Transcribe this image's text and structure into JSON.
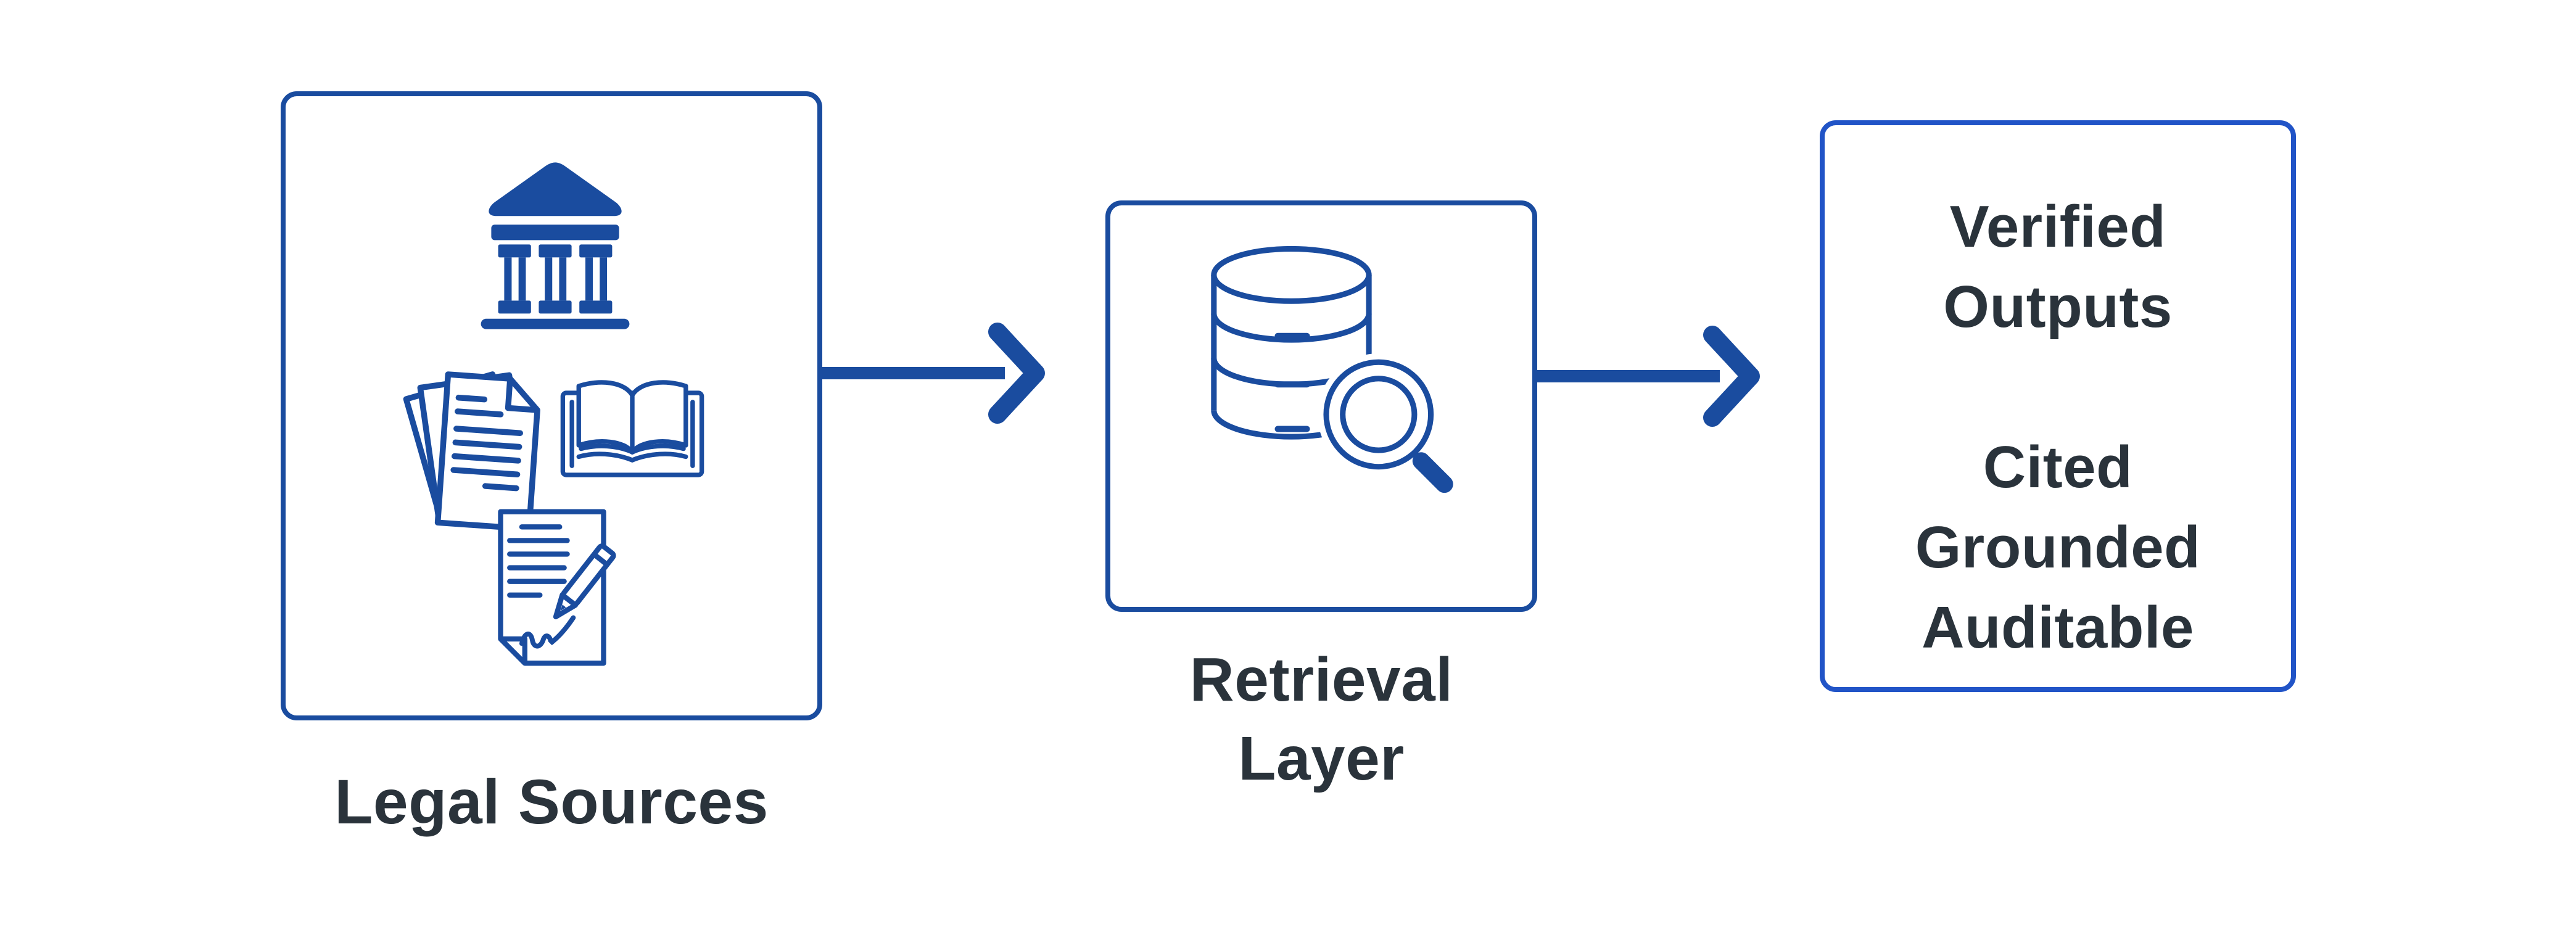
{
  "colors": {
    "primary_blue": "#1a4c9f",
    "outputs_box_border_blue": "#2154c7",
    "text_dark": "#2a333b",
    "background": "#ffffff"
  },
  "nodes": {
    "legal_sources": {
      "label": "Legal Sources",
      "icons": [
        "bank-icon",
        "documents-stack-icon",
        "open-book-icon",
        "signed-contract-icon"
      ]
    },
    "retrieval_layer": {
      "label_lines": [
        "Retrieval",
        "Layer"
      ],
      "icon": "database-search-icon"
    },
    "verified_outputs": {
      "title_lines": [
        "Verified",
        "Outputs"
      ],
      "items": [
        "Cited",
        "Grounded",
        "Auditable"
      ]
    }
  },
  "arrows": [
    {
      "name": "arrow-legal-to-retrieval",
      "direction": "right"
    },
    {
      "name": "arrow-retrieval-to-outputs",
      "direction": "right"
    }
  ]
}
